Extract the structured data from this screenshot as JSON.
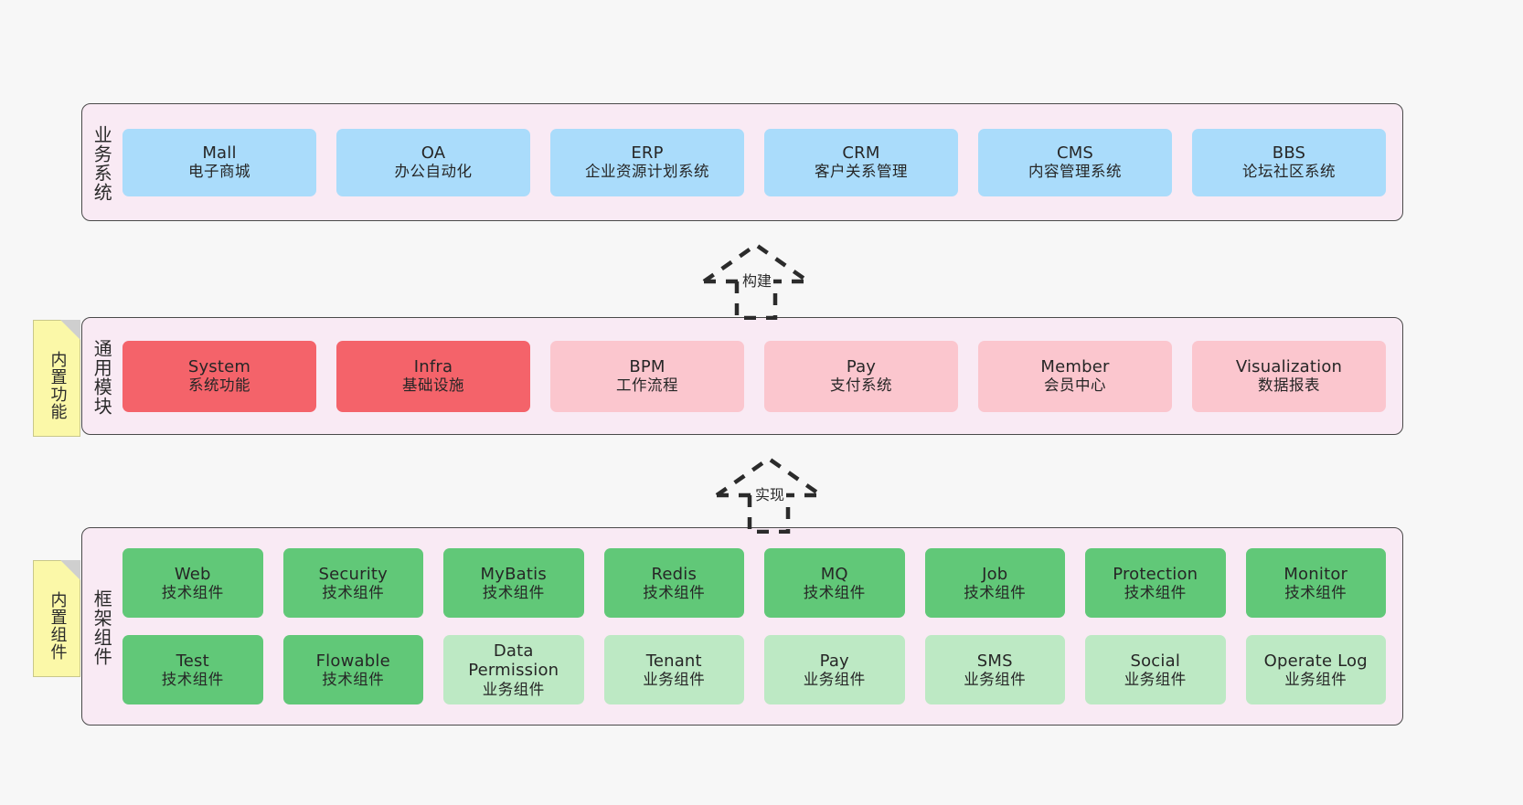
{
  "layers": {
    "business": {
      "title": "业务系统",
      "items": [
        {
          "en": "Mall",
          "cn": "电子商城"
        },
        {
          "en": "OA",
          "cn": "办公自动化"
        },
        {
          "en": "ERP",
          "cn": "企业资源计划系统"
        },
        {
          "en": "CRM",
          "cn": "客户关系管理"
        },
        {
          "en": "CMS",
          "cn": "内容管理系统"
        },
        {
          "en": "BBS",
          "cn": "论坛社区系统"
        }
      ]
    },
    "common": {
      "title": "通用模块",
      "note": "内置功能",
      "items": [
        {
          "en": "System",
          "cn": "系统功能",
          "color": "red"
        },
        {
          "en": "Infra",
          "cn": "基础设施",
          "color": "red"
        },
        {
          "en": "BPM",
          "cn": "工作流程",
          "color": "pink"
        },
        {
          "en": "Pay",
          "cn": "支付系统",
          "color": "pink"
        },
        {
          "en": "Member",
          "cn": "会员中心",
          "color": "pink"
        },
        {
          "en": "Visualization",
          "cn": "数据报表",
          "color": "pink"
        }
      ]
    },
    "framework": {
      "title": "框架组件",
      "note": "内置组件",
      "row1": [
        {
          "en": "Web",
          "cn": "技术组件",
          "color": "green"
        },
        {
          "en": "Security",
          "cn": "技术组件",
          "color": "green"
        },
        {
          "en": "MyBatis",
          "cn": "技术组件",
          "color": "green"
        },
        {
          "en": "Redis",
          "cn": "技术组件",
          "color": "green"
        },
        {
          "en": "MQ",
          "cn": "技术组件",
          "color": "green"
        },
        {
          "en": "Job",
          "cn": "技术组件",
          "color": "green"
        },
        {
          "en": "Protection",
          "cn": "技术组件",
          "color": "green"
        },
        {
          "en": "Monitor",
          "cn": "技术组件",
          "color": "green"
        }
      ],
      "row2": [
        {
          "en": "Test",
          "cn": "技术组件",
          "color": "green"
        },
        {
          "en": "Flowable",
          "cn": "技术组件",
          "color": "green"
        },
        {
          "en": "Data Permission",
          "cn": "业务组件",
          "color": "lightgreen"
        },
        {
          "en": "Tenant",
          "cn": "业务组件",
          "color": "lightgreen"
        },
        {
          "en": "Pay",
          "cn": "业务组件",
          "color": "lightgreen"
        },
        {
          "en": "SMS",
          "cn": "业务组件",
          "color": "lightgreen"
        },
        {
          "en": "Social",
          "cn": "业务组件",
          "color": "lightgreen"
        },
        {
          "en": "Operate Log",
          "cn": "业务组件",
          "color": "lightgreen"
        }
      ]
    }
  },
  "arrows": {
    "build": "构建",
    "implement": "实现"
  },
  "colors": {
    "band": "#f9eaf4",
    "band_border": "#4a4a4a",
    "blue": "#aadcfb",
    "red": "#f4636a",
    "pink": "#fbc6ce",
    "green": "#61c878",
    "lightgreen": "#bde9c4",
    "note": "#fbf8a8",
    "background": "#f7f7f7"
  }
}
